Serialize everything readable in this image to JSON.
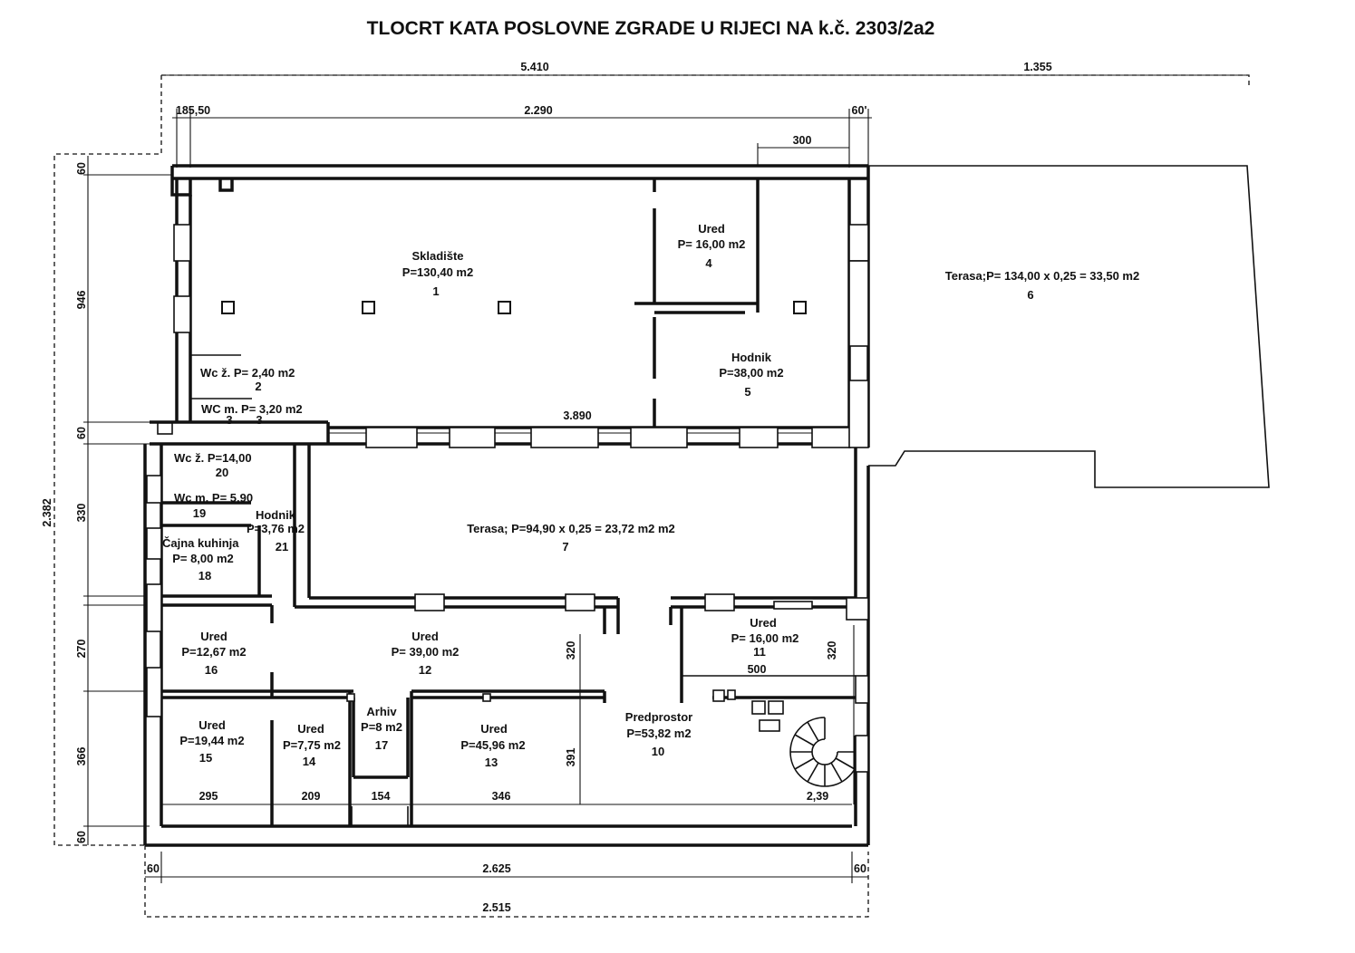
{
  "title": "TLOCRT KATA POSLOVNE ZGRADE U RIJECI NA k.č. 2303/2a2",
  "rooms": [
    {
      "name": "Skladište",
      "area": "P=130,40 m2",
      "number": "1"
    },
    {
      "name": "Wc ž. P= 2,40 m2",
      "number": "2"
    },
    {
      "name": "WC m.  P= 3,20 m2",
      "number": "3",
      "number_extra": "3"
    },
    {
      "name": "Ured",
      "area": "P= 16,00 m2",
      "number": "4"
    },
    {
      "name": "Hodnik",
      "area": "P=38,00 m2",
      "number": "5"
    },
    {
      "name": "Terasa;P= 134,00 x 0,25 = 33,50 m2",
      "number": "6"
    },
    {
      "name": "Terasa; P=94,90 x 0,25 = 23,72 m2 m2",
      "number": "7"
    },
    {
      "name": "Wc ž. P=14,00",
      "number": "20"
    },
    {
      "name": "Wc m. P= 5,90",
      "number": "19"
    },
    {
      "name": "Hodnik",
      "area": "P=3,76 m2",
      "number": "21"
    },
    {
      "name": "Čajna kuhinja",
      "area": "P= 8,00 m2",
      "number": "18"
    },
    {
      "name": "Ured",
      "area": "P=12,67 m2",
      "number": "16"
    },
    {
      "name": "Ured",
      "area": "P= 39,00 m2",
      "number": "12"
    },
    {
      "name": "Ured",
      "area": "P= 16,00 m2",
      "number": "11"
    },
    {
      "name": "Ured",
      "area": "P=19,44 m2",
      "number": "15"
    },
    {
      "name": "Ured",
      "area": "P=7,75 m2",
      "number": "14"
    },
    {
      "name": "Arhiv",
      "area": "P=8 m2",
      "number": "17"
    },
    {
      "name": "Ured",
      "area": "P=45,96 m2",
      "number": "13"
    },
    {
      "name": "Predprostor",
      "area": "P=53,82 m2",
      "number": "10"
    }
  ],
  "dimensions": {
    "top_total": "5.410",
    "top_right": "1.355",
    "top_left_small": "185,50",
    "top_main": "2.290",
    "top_right_small": "60'",
    "top_300": "300",
    "mid_3890": "3.890",
    "left_total": "2.382",
    "left_60_top": "60",
    "left_946": "946",
    "left_60_mid": "60",
    "left_330": "330",
    "left_270": "270",
    "left_366": "366",
    "left_60_bottom": "60",
    "bottom_left_60": "60",
    "bottom_2625": "2.625",
    "bottom_right_60": "60",
    "bottom_2515": "2.515",
    "inner_320_a": "320",
    "inner_320_b": "320",
    "inner_391": "391",
    "inner_500": "500",
    "row_295": "295",
    "row_209": "209",
    "row_154": "154",
    "row_346": "346",
    "row_239": "2,39"
  }
}
